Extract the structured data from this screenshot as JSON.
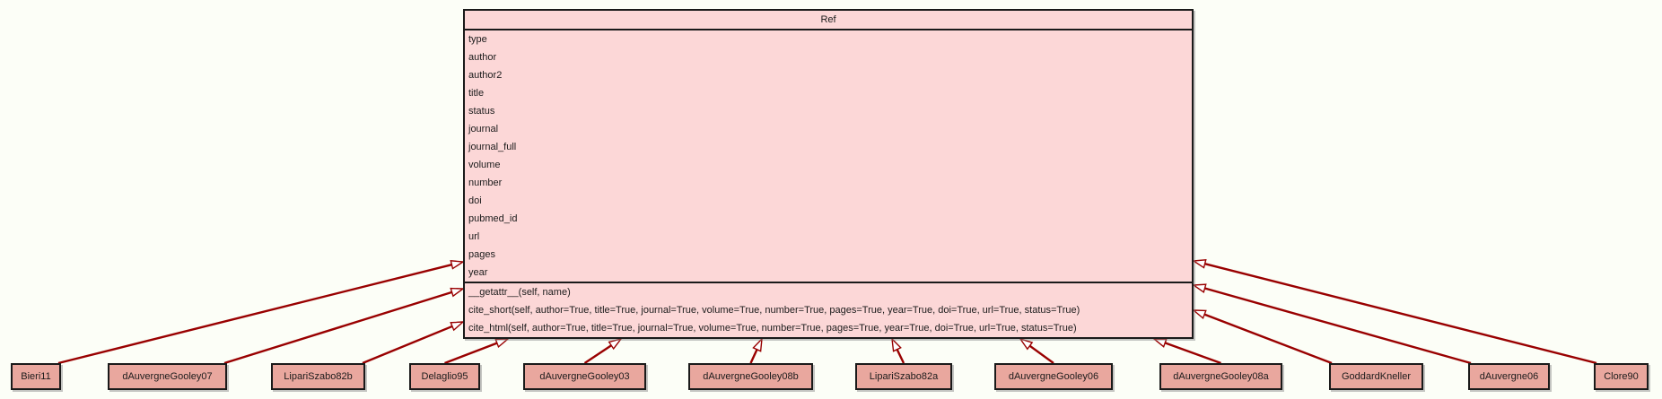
{
  "diagram_title": "UML class diagram: Ref base class with inheriting reference subclasses",
  "edge_type": "inheritance (hollow triangle arrowheads pointing to Ref)",
  "class_box": {
    "name": "Ref",
    "attributes": [
      "type",
      "author",
      "author2",
      "title",
      "status",
      "journal",
      "journal_full",
      "volume",
      "number",
      "doi",
      "pubmed_id",
      "url",
      "pages",
      "year"
    ],
    "methods": [
      "__getattr__(self, name)",
      "cite_short(self, author=True, title=True, journal=True, volume=True, number=True, pages=True, year=True, doi=True, url=True, status=True)",
      "cite_html(self, author=True, title=True, journal=True, volume=True, number=True, pages=True, year=True, doi=True, url=True, status=True)"
    ]
  },
  "subclasses": [
    {
      "label": "Bieri11",
      "base": "Ref"
    },
    {
      "label": "dAuvergneGooley07",
      "base": "Ref"
    },
    {
      "label": "LipariSzabo82b",
      "base": "Ref"
    },
    {
      "label": "Delaglio95",
      "base": "Ref"
    },
    {
      "label": "dAuvergneGooley03",
      "base": "Ref"
    },
    {
      "label": "dAuvergneGooley08b",
      "base": "Ref"
    },
    {
      "label": "LipariSzabo82a",
      "base": "Ref"
    },
    {
      "label": "dAuvergneGooley06",
      "base": "Ref"
    },
    {
      "label": "dAuvergneGooley08a",
      "base": "Ref"
    },
    {
      "label": "GoddardKneller",
      "base": "Ref"
    },
    {
      "label": "dAuvergne06",
      "base": "Ref"
    },
    {
      "label": "Clore90",
      "base": "Ref"
    }
  ],
  "colors": {
    "edge": "#990000",
    "class_fill": "#fcd7d7",
    "node_fill": "#e9a79e",
    "border": "#1a1a1a",
    "background": "#fcfef7",
    "arrowhead_fill": "#ffffff",
    "text": "#1b1b1b"
  }
}
